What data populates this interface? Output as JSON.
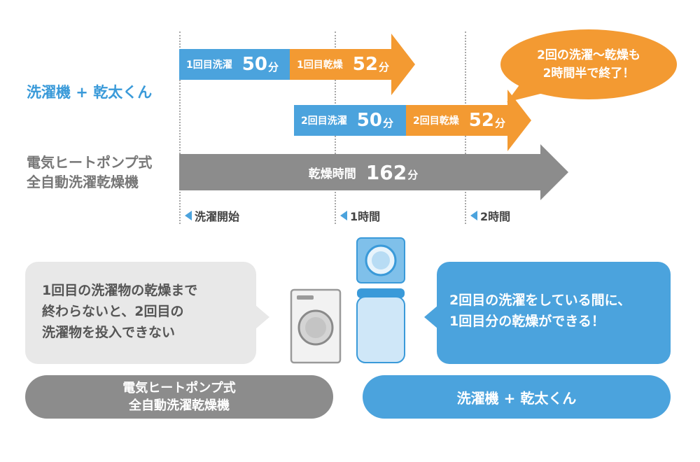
{
  "row_labels": {
    "washer_plus_dryer": "洗濯機 + 乾太くん",
    "heatpump_line1": "電気ヒートポンプ式",
    "heatpump_line2": "全自動洗濯乾燥機"
  },
  "timeline": {
    "row1": [
      {
        "label": "1回目洗濯",
        "value": "50",
        "unit": "分"
      },
      {
        "label": "1回目乾燥",
        "value": "52",
        "unit": "分"
      }
    ],
    "row2": [
      {
        "label": "2回目洗濯",
        "value": "50",
        "unit": "分"
      },
      {
        "label": "2回目乾燥",
        "value": "52",
        "unit": "分"
      }
    ],
    "row3": {
      "label": "乾燥時間",
      "value": "162",
      "unit": "分"
    },
    "ticks": [
      "洗濯開始",
      "1時間",
      "2時間"
    ]
  },
  "callout": {
    "line1": "2回の洗濯〜乾燥も",
    "line2": "2時間半で終了！"
  },
  "left_bubble": {
    "line1": "1回目の洗濯物の乾燥まで",
    "line2": "終わらないと、2回目の",
    "line3": "洗濯物を投入できない"
  },
  "right_bubble": {
    "line1": "2回目の洗濯をしている間に、",
    "line2": "1回目分の乾燥ができる！"
  },
  "left_pill": {
    "line1": "電気ヒートポンプ式",
    "line2": "全自動洗濯乾燥機"
  },
  "right_pill": {
    "label": "洗濯機 + 乾太くん"
  },
  "colors": {
    "blue": "#4ba3dd",
    "orange": "#f39a32",
    "gray": "#8c8c8c",
    "light_gray": "#e8e8e8"
  },
  "icons": [
    "drum-washer-icon",
    "dryer-icon",
    "top-load-washer-icon"
  ]
}
